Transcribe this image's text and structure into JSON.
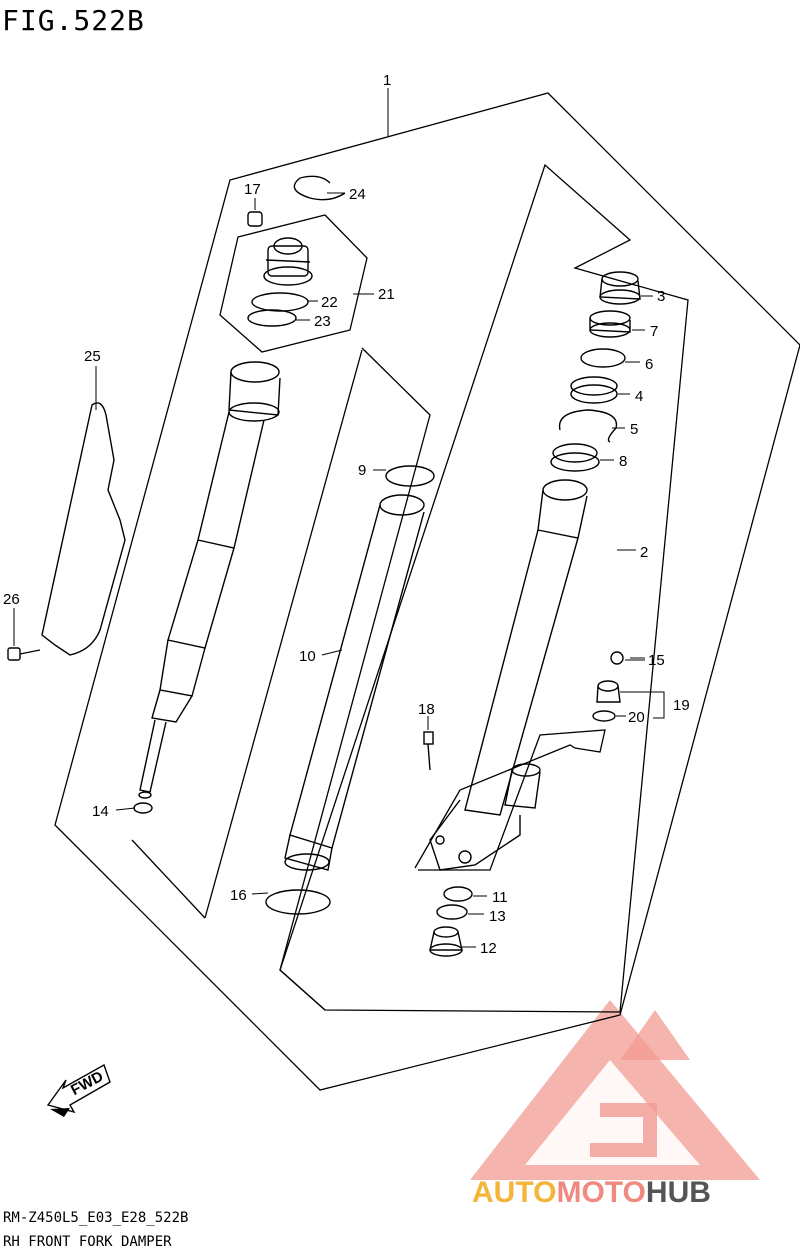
{
  "figure_code": "FIG.522B",
  "footer": {
    "model_line": "RM-Z450L5_E03_E28_522B",
    "assembly_name": "RH FRONT FORK DAMPER"
  },
  "fwd_label": "FWD",
  "watermark": {
    "part1": "AUTO",
    "part2": "MOTO",
    "part3": "HUB",
    "color_primary": "#f08a80",
    "color_accent": "#f5b43a",
    "color_dark": "#555555"
  },
  "callouts": {
    "p1": "1",
    "p2": "2",
    "p3": "3",
    "p4": "4",
    "p5": "5",
    "p6": "6",
    "p7": "7",
    "p8": "8",
    "p9": "9",
    "p10": "10",
    "p11": "11",
    "p12": "12",
    "p13": "13",
    "p14": "14",
    "p15": "15",
    "p16": "16",
    "p17": "17",
    "p18": "18",
    "p19": "19",
    "p20": "20",
    "p21": "21",
    "p22": "22",
    "p23": "23",
    "p24": "24",
    "p25": "25",
    "p26": "26"
  }
}
